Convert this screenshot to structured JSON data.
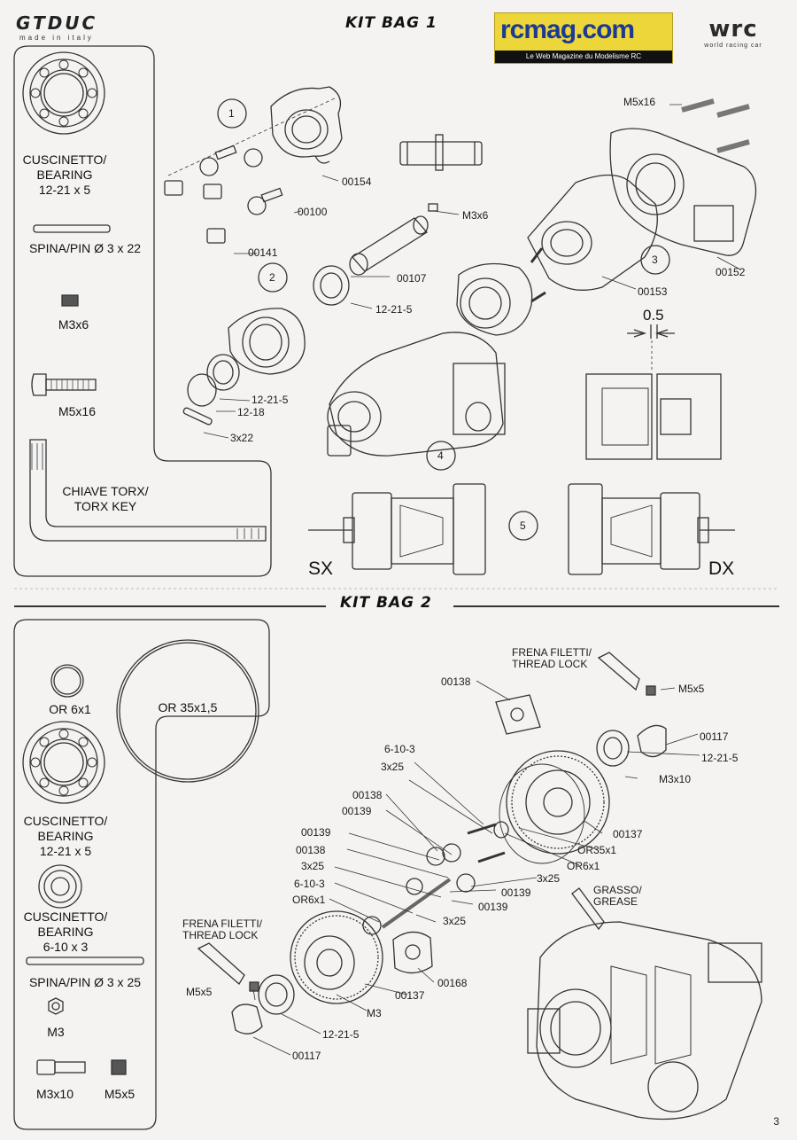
{
  "header": {
    "brand_logo": "GTDUC",
    "brand_sub": "made in italy",
    "title1": "KIT BAG 1",
    "site_logo": "rcmag.com",
    "site_tagline": "Le Web Magazine du Modelisme RC",
    "wrc_logo": "wrc",
    "wrc_sub": "world racing car"
  },
  "kit1": {
    "sidebar": {
      "bearing": "CUSCINETTO/\nBEARING\n12-21 x 5",
      "pin": "SPINA/PIN Ø 3 x 22",
      "screw1": "M3x6",
      "screw2": "M5x16",
      "key": "CHIAVE TORX/\nTORX KEY"
    },
    "steps": [
      "1",
      "2",
      "3",
      "4",
      "5"
    ],
    "labels": {
      "p00154": "00154",
      "p00100": "00100",
      "p00141": "00141",
      "p00107": "00107",
      "m3x6": "M3x6",
      "b12215a": "12-21-5",
      "b12215b": "12-21-5",
      "r1218": "12-18",
      "pin322": "3x22",
      "m5x16": "M5x16",
      "p00153": "00153",
      "p00152": "00152",
      "gap": "0.5",
      "sx": "SX",
      "dx": "DX"
    }
  },
  "kit2": {
    "title": "KIT BAG 2",
    "sidebar": {
      "or61": "OR 6x1",
      "or351": "OR 35x1,5",
      "bearing1": "CUSCINETTO/\nBEARING\n12-21 x 5",
      "bearing2": "CUSCINETTO/\nBEARING\n6-10 x 3",
      "pin": "SPINA/PIN Ø 3 x 25",
      "m3": "M3",
      "m3x10": "M3x10",
      "m5x5": "M5x5"
    },
    "labels": {
      "threadlock_top": "FRENA FILETTI/\nTHREAD LOCK",
      "m5x5_top": "M5x5",
      "p00138_top": "00138",
      "p00117_top": "00117",
      "b12215_top": "12-21-5",
      "s6103_top": "6-10-3",
      "p3x25_top": "3x25",
      "m3x10": "M3x10",
      "p00138_a": "00138",
      "p00139_a": "00139",
      "p00137_top": "00137",
      "p00139_b": "00139",
      "or351": "OR35x1",
      "p00138_b": "00138",
      "or61_a": "OR6x1",
      "p3x25_a": "3x25",
      "p3x25_b": "3x25",
      "s6103_b": "6-10-3",
      "p00139_c": "00139",
      "or61_b": "OR6x1",
      "p00139_d": "00139",
      "p3x25_c": "3x25",
      "grease": "GRASSO/\nGREASE",
      "threadlock_bot": "FRENA FILETTI/\nTHREAD LOCK",
      "p00168": "00168",
      "m5x5_bot": "M5x5",
      "p00137_bot": "00137",
      "m3": "M3",
      "b12215_bot": "12-21-5",
      "p00117_bot": "00117"
    }
  },
  "footer": {
    "page": "3"
  }
}
